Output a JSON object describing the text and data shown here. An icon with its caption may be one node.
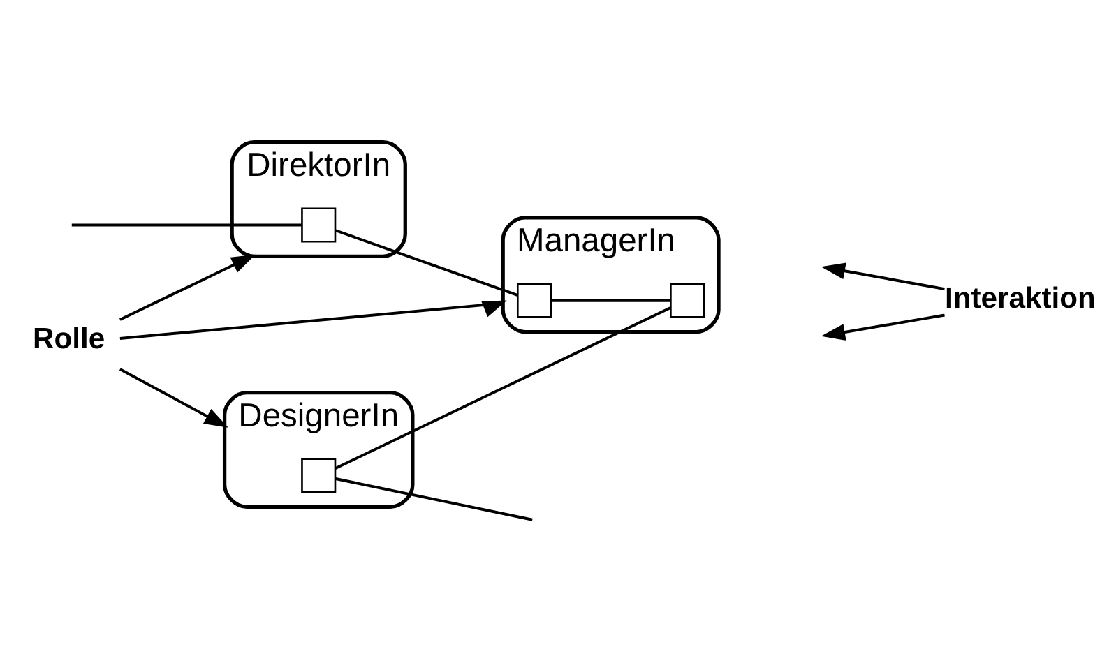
{
  "diagram": {
    "nodes": [
      {
        "text": [
          "DirektorIn"
        ]
      },
      {
        "text": [
          "ManagerIn"
        ]
      },
      {
        "text": [
          "DesignerIn"
        ]
      },
      {
        "text": [],
        "shape": "box",
        "in": 0
      },
      {
        "text": [],
        "shape": "box",
        "in": 1
      },
      {
        "text": [],
        "shape": "box",
        "in": 1
      },
      {
        "text": [],
        "shape": "box",
        "in": 2
      },
      {
        "text": [
          "Rolle"
        ]
      },
      {
        "text": [
          "Interaktion"
        ]
      }
    ],
    "edges": [
      {
        "from": null,
        "to": 3,
        "arrow": "none"
      },
      {
        "from": 3,
        "to": 4,
        "arrow": "none"
      },
      {
        "from": 4,
        "to": 5,
        "arrow": "none"
      },
      {
        "from": 6,
        "to": 5,
        "arrow": "none"
      },
      {
        "from": 6,
        "to": null,
        "arrow": "none"
      },
      {
        "from": 7,
        "to": 0,
        "arrow": "to"
      },
      {
        "from": 7,
        "to": 1,
        "arrow": "to"
      },
      {
        "from": 7,
        "to": 2,
        "arrow": "to"
      },
      {
        "from": 8,
        "to": null,
        "arrow": "to"
      },
      {
        "from": 8,
        "to": null,
        "arrow": "to"
      }
    ]
  }
}
